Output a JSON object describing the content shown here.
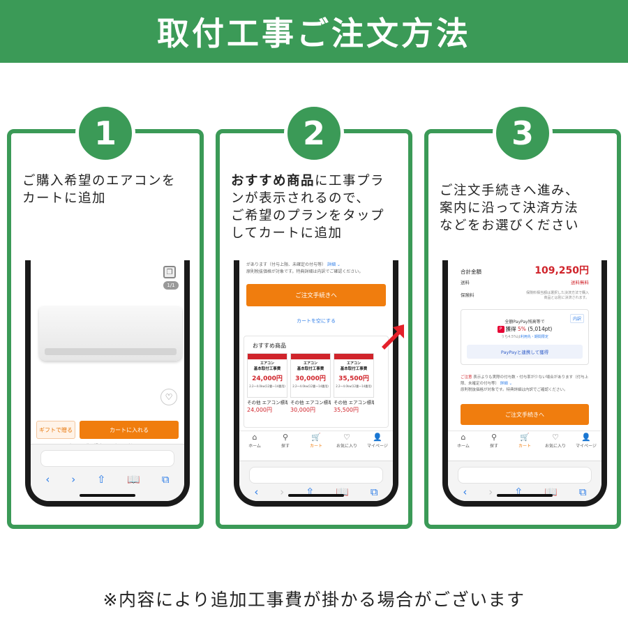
{
  "header": {
    "title": "取付工事ご注文方法"
  },
  "steps": [
    {
      "number": "1",
      "desc_lines": [
        "ご購入希望のエアコンを",
        "カートに追加"
      ],
      "screen": {
        "gallery_counter": "1/1",
        "gift_button": "ギフトで贈る",
        "cart_add_button": "カートに入れる",
        "gift_note": "ギフトで贈る場合はログインが必要です"
      }
    },
    {
      "number": "2",
      "desc_bold": "おすすめ商品",
      "desc_lines": [
        "に工事プラ",
        "ンが表示されるので、",
        "ご希望のプランをタップ",
        "してカートに追加"
      ],
      "screen": {
        "notice_1": "があります（付与上限、未確定の付与等）",
        "notice_link": "詳細 ⌄",
        "notice_2": "原則税抜価格が対象です。特典詳細は内訳でご確認ください。",
        "checkout_button": "ご注文手続きへ",
        "empty_cart_link": "カートを空にする",
        "recommend_title": "おすすめ商品",
        "recommend_items": [
          {
            "thumb_top": "エアコン",
            "thumb_title": "基本取付工事費",
            "thumb_price": "24,000円",
            "thumb_small": "2.2〜4.0kw(12畳〜14畳用)",
            "name": "その他 エアコン標準取付工事…",
            "price": "24,000円"
          },
          {
            "thumb_top": "エアコン",
            "thumb_title": "基本取付工事費",
            "thumb_price": "30,000円",
            "thumb_small": "2.2〜4.0kw(12畳〜14畳用)",
            "name": "その他 エアコン標準基本取付…",
            "price": "30,000円"
          },
          {
            "thumb_top": "エアコン",
            "thumb_title": "基本取付工事費",
            "thumb_price": "35,500円",
            "thumb_small": "2.2〜4.0kw(12畳〜14畳用)",
            "name": "その他 エアコン標準基本取付…",
            "price": "35,500円"
          }
        ],
        "tabs": [
          {
            "icon": "⌂",
            "label": "ホーム"
          },
          {
            "icon": "⚲",
            "label": "探す"
          },
          {
            "icon": "🛒",
            "label": "カート"
          },
          {
            "icon": "♡",
            "label": "お気に入り"
          },
          {
            "icon": "👤",
            "label": "マイページ"
          }
        ]
      }
    },
    {
      "number": "3",
      "desc_lines": [
        "ご注文手続きへ進み、",
        "案内に沿って決済方法",
        "などをお選びください"
      ],
      "screen": {
        "total_label": "合計金額",
        "total_value": "109,250円",
        "shipping_label": "送料",
        "shipping_value": "送料無料",
        "insurance_label": "保険料",
        "insurance_note": "保険料相当額は選択した決済方法で購入商品とは別に決済されます。",
        "pp_badge": "内訳",
        "pp_line1": "全額PayPay残高等で",
        "pp_line2_prefix": "獲得 ",
        "pp_line2_pct": "5%",
        "pp_line2_pts": " (5,014pt)",
        "pp_line3_prefix": "うち4.5%は",
        "pp_line3_link": "利用先・期間限定",
        "pp_button": "PayPayと連携して獲得",
        "notice_warn": "ご注意",
        "notice_1": " 表示よりも実際の付与数・付与率が少ない場合があります（付与上限、未確定の付与等）",
        "notice_link": "詳細 ⌄",
        "notice_2": "原則税抜価格が対象です。特典詳細は内訳でご確認ください。",
        "checkout_button": "ご注文手続きへ",
        "tabs": [
          {
            "icon": "⌂",
            "label": "ホーム"
          },
          {
            "icon": "⚲",
            "label": "探す"
          },
          {
            "icon": "🛒",
            "label": "カート"
          },
          {
            "icon": "♡",
            "label": "お気に入り"
          },
          {
            "icon": "👤",
            "label": "マイページ"
          }
        ]
      }
    }
  ],
  "safari": {
    "back": "‹",
    "forward": "›",
    "share": "⇧",
    "bookmarks": "📖",
    "tabs": "⧉"
  },
  "footer": {
    "note": "※内容により追加工事費が掛かる場合がございます"
  },
  "colors": {
    "green": "#3b9a57",
    "orange": "#f07d0e",
    "red": "#d0242b",
    "link_blue": "#2f7ee8"
  }
}
